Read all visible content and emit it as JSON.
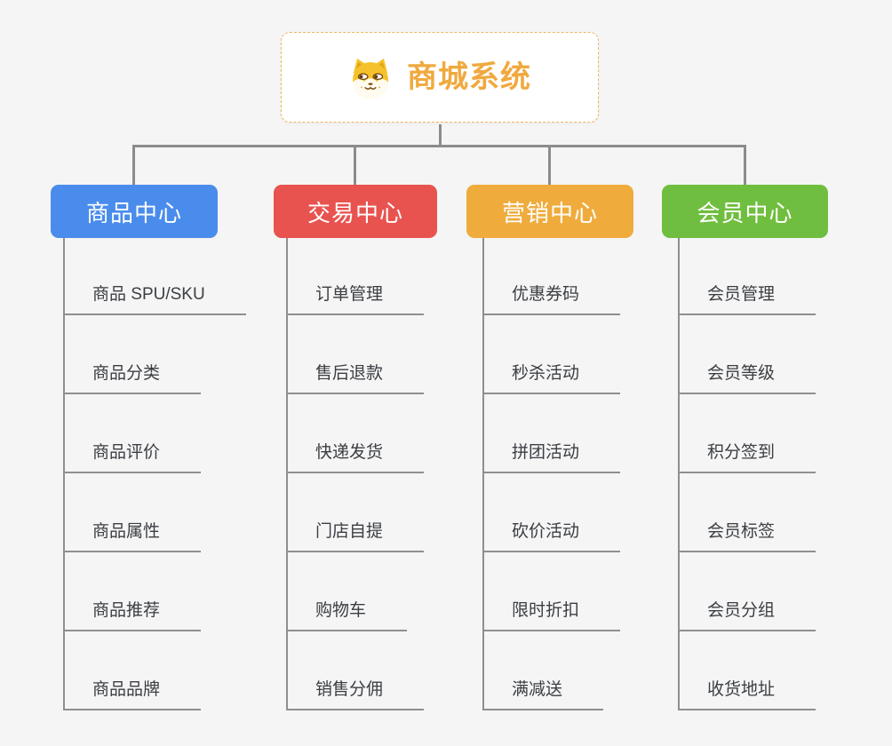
{
  "canvas": {
    "background": "#f5f5f6",
    "connector_color": "#8c8c8c"
  },
  "root": {
    "title": "商城系统",
    "title_color": "#f0a93f",
    "border_color": "#f3b45c",
    "icon": "dog-face"
  },
  "branches": [
    {
      "label": "商品中心",
      "color": "#4a8cec",
      "children": [
        "商品 SPU/SKU",
        "商品分类",
        "商品评价",
        "商品属性",
        "商品推荐",
        "商品品牌"
      ]
    },
    {
      "label": "交易中心",
      "color": "#e8534f",
      "children": [
        "订单管理",
        "售后退款",
        "快递发货",
        "门店自提",
        "购物车",
        "销售分佣"
      ]
    },
    {
      "label": "营销中心",
      "color": "#efac3d",
      "children": [
        "优惠券码",
        "秒杀活动",
        "拼团活动",
        "砍价活动",
        "限时折扣",
        "满减送"
      ]
    },
    {
      "label": "会员中心",
      "color": "#70be3f",
      "children": [
        "会员管理",
        "会员等级",
        "积分签到",
        "会员标签",
        "会员分组",
        "收货地址"
      ]
    }
  ]
}
